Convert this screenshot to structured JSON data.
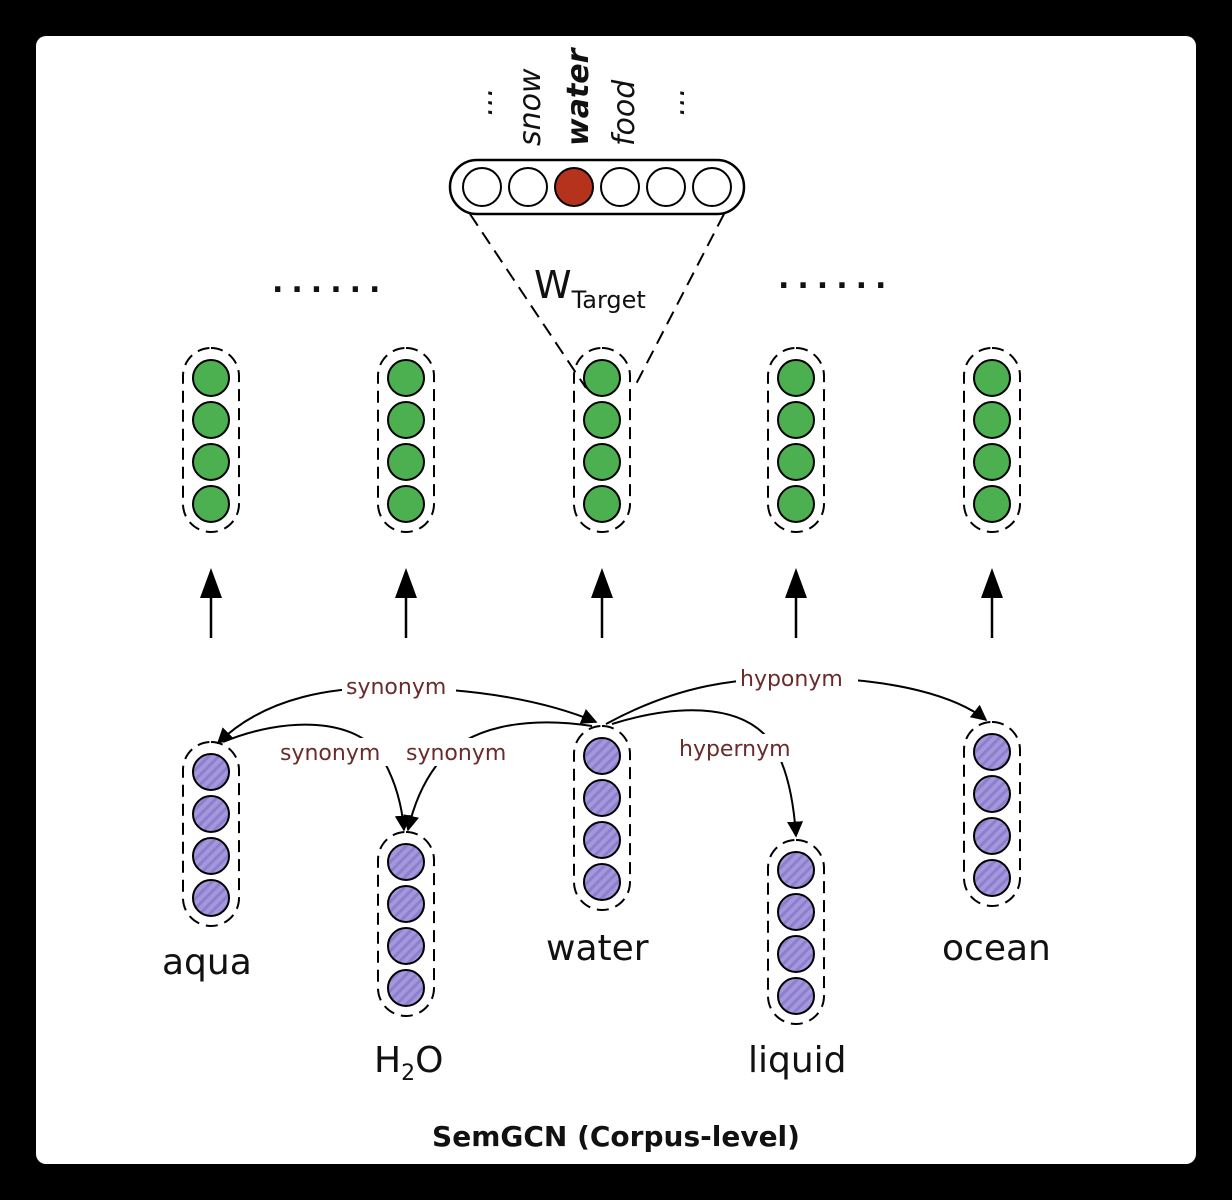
{
  "diagram": {
    "caption": "SemGCN (Corpus-level)",
    "target_label": {
      "main": "W",
      "sub": "Target"
    },
    "vocab": {
      "ellipsis_left": "...",
      "words": [
        "snow",
        "water",
        "food"
      ],
      "ellipsis_right": "...",
      "highlighted": "water"
    },
    "output_layer_ellipsis": {
      "left": "......",
      "right": "......"
    },
    "words": {
      "aqua": "aqua",
      "h2o_main": "H",
      "h2o_sub": "2",
      "h2o_tail": "O",
      "water": "water",
      "liquid": "liquid",
      "ocean": "ocean"
    },
    "edges": [
      {
        "label": "synonym",
        "from": "water",
        "to": "aqua"
      },
      {
        "label": "synonym",
        "from": "aqua",
        "to": "H2O"
      },
      {
        "label": "synonym",
        "from": "water",
        "to": "H2O"
      },
      {
        "label": "hyponym",
        "from": "water",
        "to": "ocean"
      },
      {
        "label": "hypernym",
        "from": "water",
        "to": "liquid"
      }
    ],
    "colors": {
      "output_node": "#4caf50",
      "input_node": "#9d8fd6",
      "highlight_node": "#b5321c",
      "edge_label": "#6b2b2b"
    }
  }
}
